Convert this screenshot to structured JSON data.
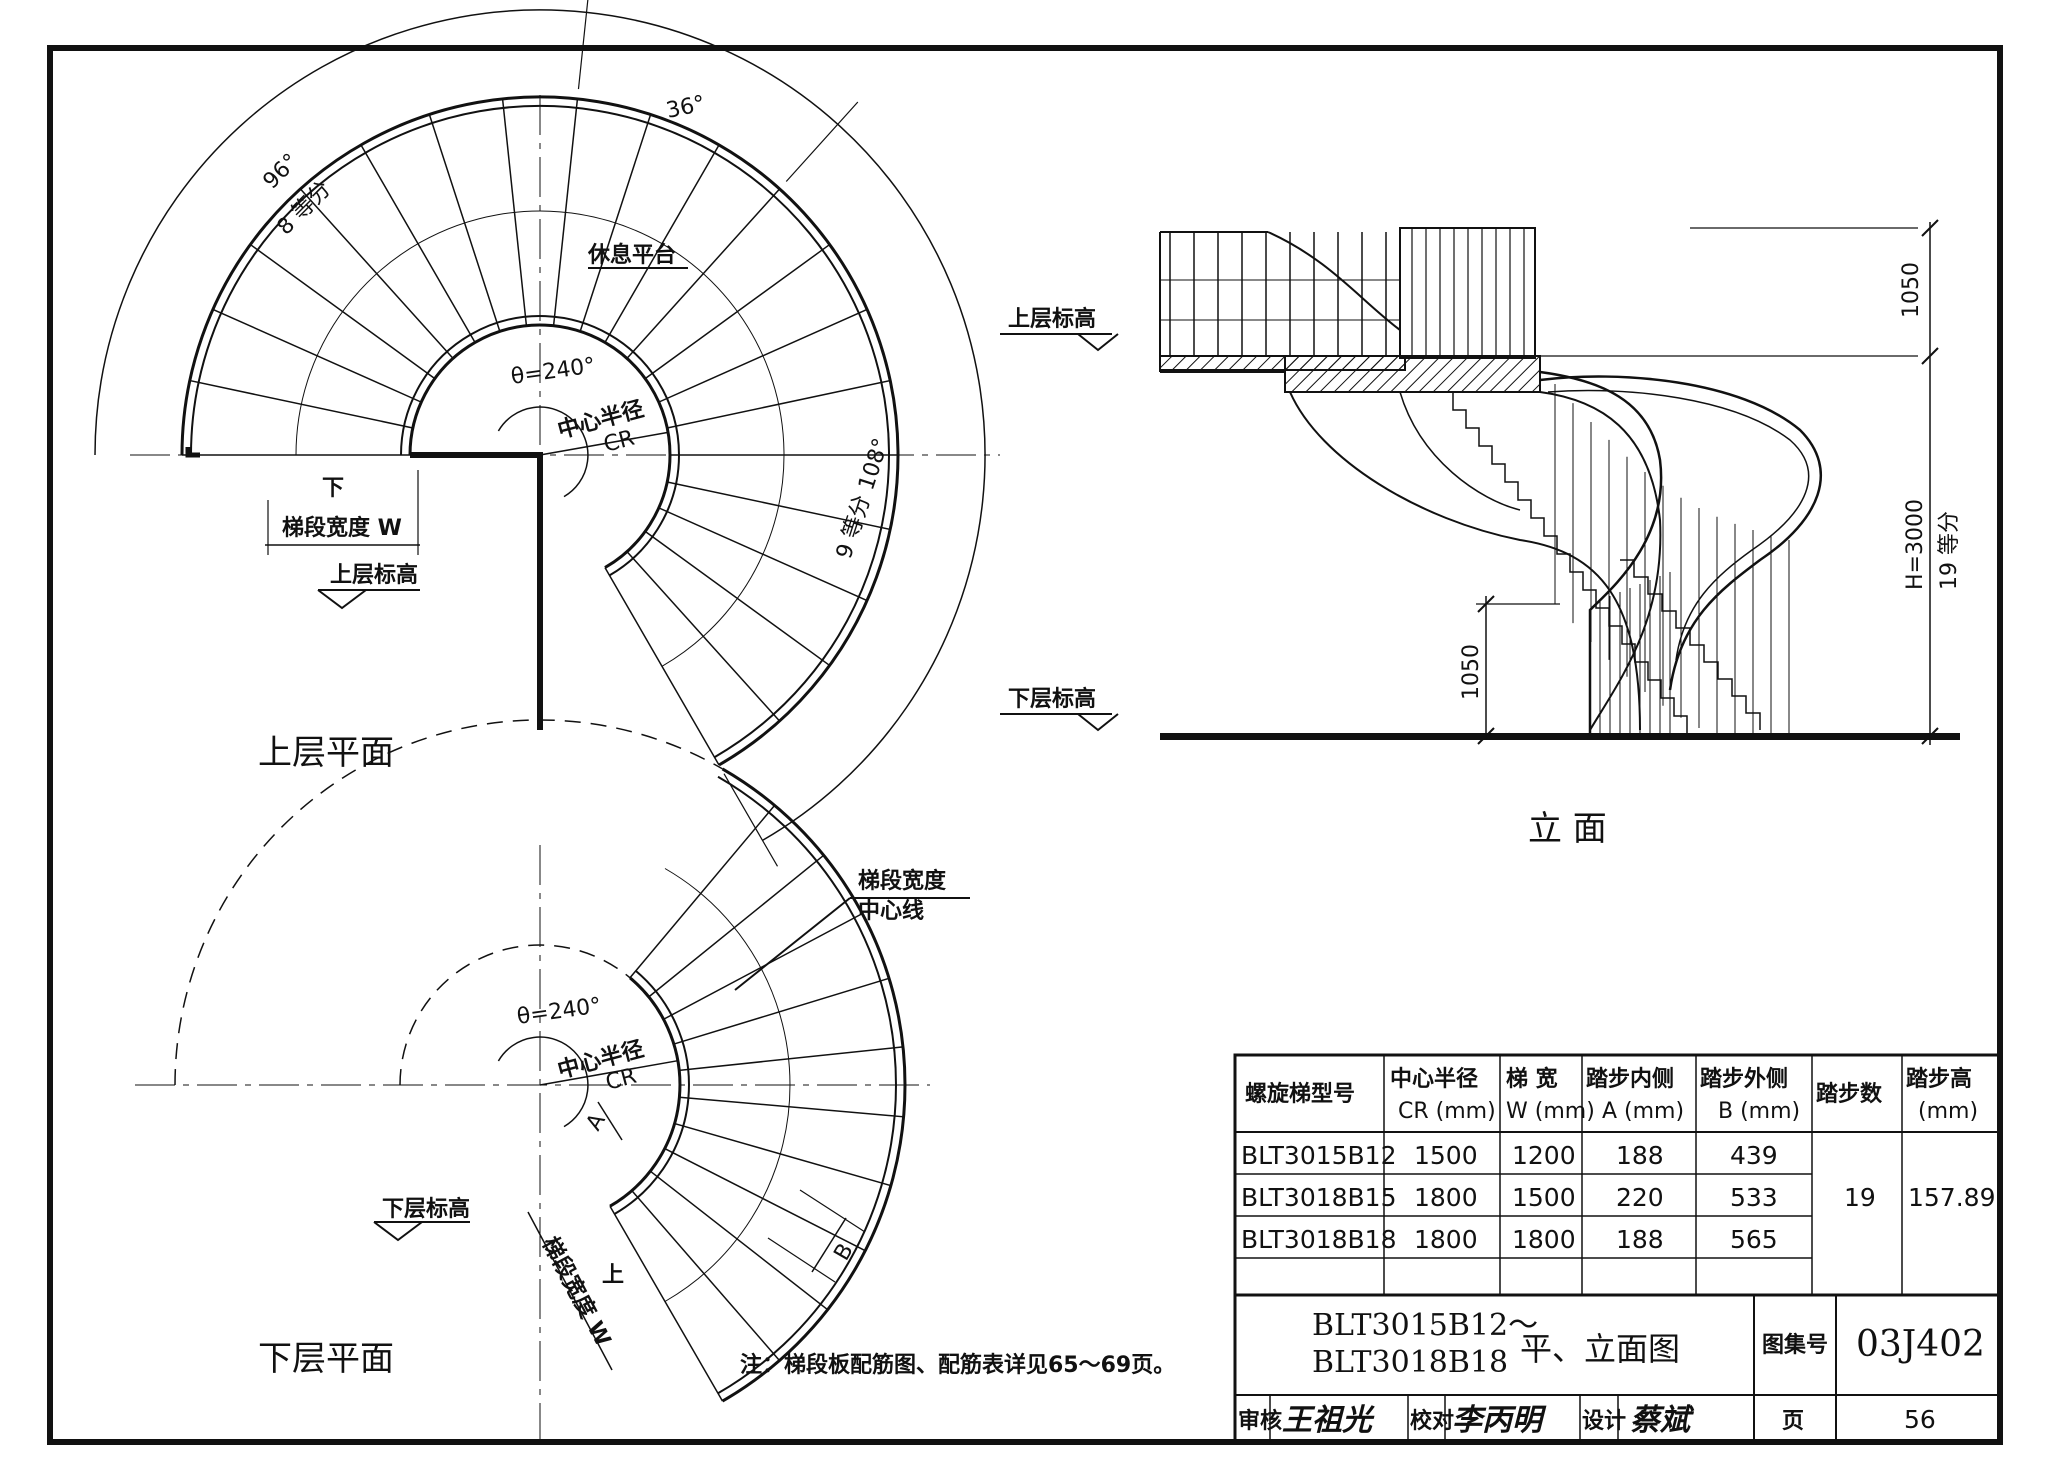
{
  "upper_plan": {
    "title": "上层平面",
    "angle_96": "96°",
    "div_8": "8 等分",
    "angle_36": "36°",
    "angle_108_div": "9 等分 108°",
    "landing": "休息平台",
    "theta": "θ=240°",
    "center_radius": "中心半径",
    "cr": "CR",
    "down": "下",
    "width_w": "梯段宽度 W",
    "level": "上层标高"
  },
  "lower_plan": {
    "title": "下层平面",
    "center_line_1": "梯段宽度",
    "center_line_2": "中心线",
    "theta": "θ=240°",
    "center_radius": "中心半径",
    "cr": "CR",
    "a": "A",
    "b": "B",
    "up": "上",
    "width_w": "梯段宽度 W",
    "level": "下层标高"
  },
  "elevation": {
    "title": "立    面",
    "upper_level": "上层标高",
    "lower_level": "下层标高",
    "rail_top": "1050",
    "rail_bottom": "1050",
    "height": "H=3000",
    "div_19": "19 等分"
  },
  "note": "注：梯段板配筋图、配筋表详见65～69页。",
  "table": {
    "headers": [
      {
        "l1": "螺旋梯型号",
        "l2": ""
      },
      {
        "l1": "中心半径",
        "l2": "CR (mm)"
      },
      {
        "l1": "梯  宽",
        "l2": "W (mm)"
      },
      {
        "l1": "踏步内侧",
        "l2": "A (mm)"
      },
      {
        "l1": "踏步外侧",
        "l2": "B (mm)"
      },
      {
        "l1": "踏步数",
        "l2": ""
      },
      {
        "l1": "踏步高",
        "l2": "(mm)"
      }
    ],
    "rows": [
      [
        "BLT3015B12",
        "1500",
        "1200",
        "188",
        "439"
      ],
      [
        "BLT3018B15",
        "1800",
        "1500",
        "220",
        "533"
      ],
      [
        "BLT3018B18",
        "1800",
        "1800",
        "188",
        "565"
      ]
    ],
    "steps": "19",
    "step_height": "157.89"
  },
  "title_block": {
    "model_1": "BLT3015B12～",
    "model_2": "BLT3018B18",
    "drawing_name": "平、立面图",
    "atlas_label": "图集号",
    "atlas_no": "03J402",
    "review": "审核",
    "reviewer": "王祖光",
    "check": "校对",
    "checker": "李丙明",
    "design": "设计",
    "designer": "蔡斌",
    "page_label": "页",
    "page_no": "56"
  }
}
